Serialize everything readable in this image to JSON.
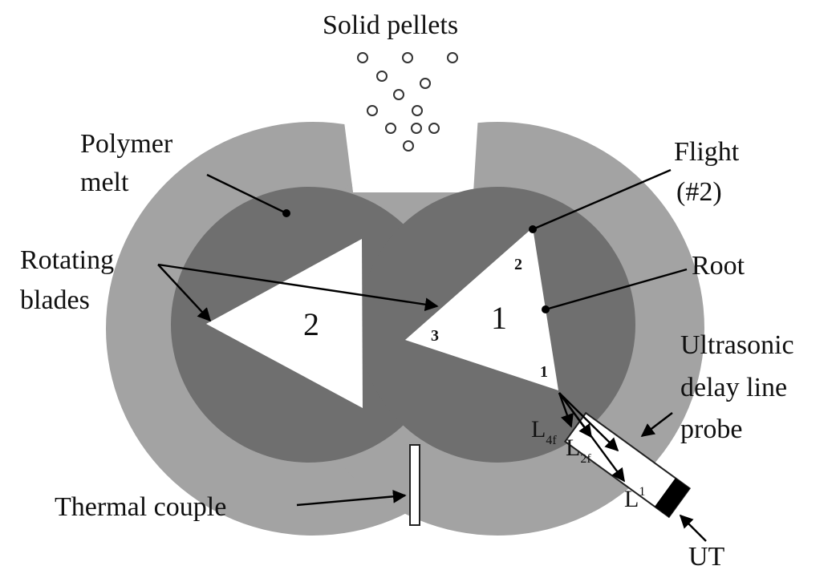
{
  "labels": {
    "solid_pellets": "Solid pellets",
    "polymer": "Polymer",
    "melt": "melt",
    "rotating": "Rotating",
    "blades": "blades",
    "flight": "Flight",
    "flight_num": "(#2)",
    "root": "Root",
    "ultrasonic": "Ultrasonic",
    "delay_line": "delay line",
    "probe": "probe",
    "thermal_couple": "Thermal couple",
    "ut": "UT",
    "blade_left_num": "2",
    "blade_right_num": "1",
    "corner_top": "2",
    "corner_left": "3",
    "corner_bottom": "1",
    "l4f_main": "L",
    "l4f_sub": "4f",
    "l2f_main": "L",
    "l2f_sub": "2f",
    "l1_main": "L",
    "l1_sup": "1"
  },
  "colors": {
    "barrel": "#a3a3a3",
    "melt": "#6f6f6f",
    "blade": "#ffffff",
    "probe_tip": "#000000"
  }
}
